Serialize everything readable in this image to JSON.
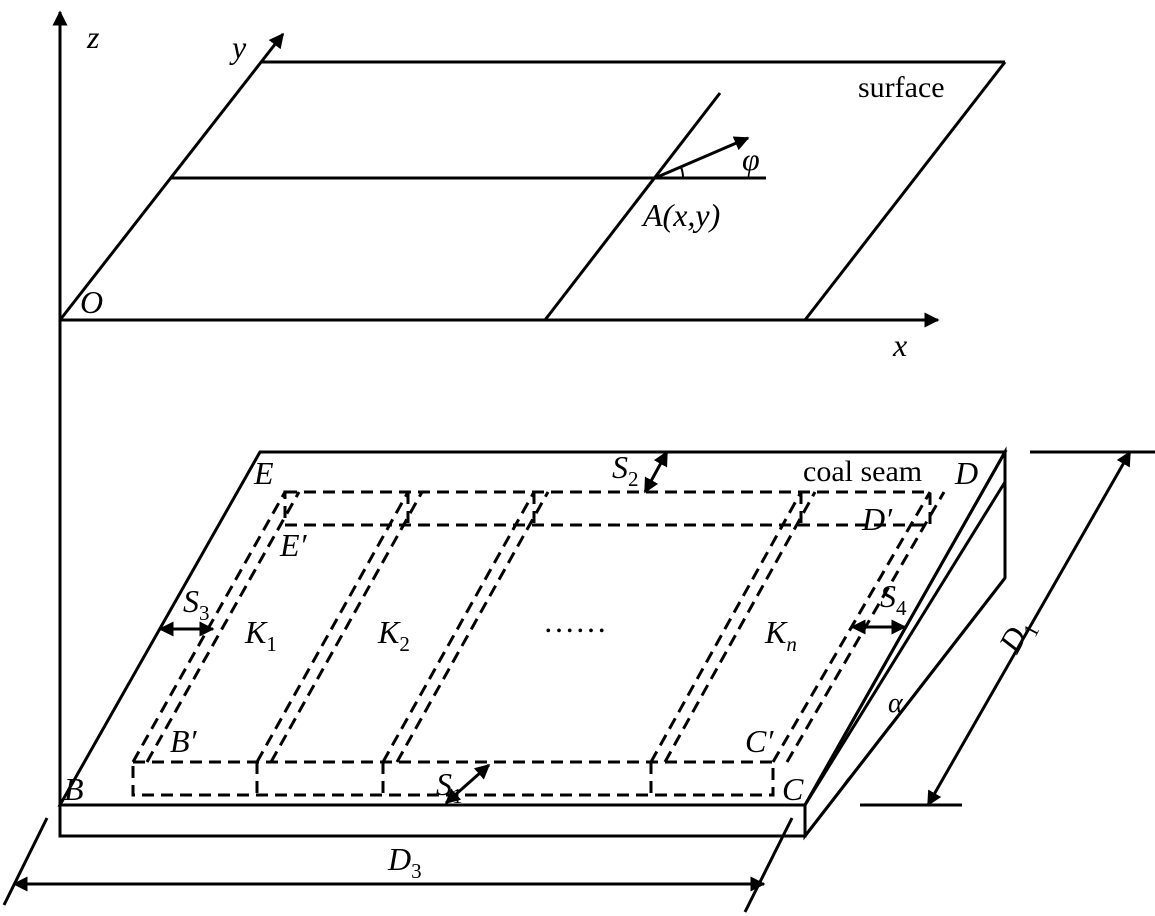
{
  "axes": {
    "z": "z",
    "y": "y",
    "x": "x",
    "origin": "O"
  },
  "surface": {
    "label": "surface",
    "point_label": "A(x,y)",
    "angle_label": "φ"
  },
  "seam": {
    "label": "coal seam",
    "corners": {
      "B": "B",
      "C": "C",
      "D": "D",
      "E": "E"
    },
    "inner_corners": {
      "B": "B′",
      "C": "C′",
      "D": "D′",
      "E": "E′"
    },
    "panels": [
      {
        "main": "K",
        "sub": "1"
      },
      {
        "main": "K",
        "sub": "2"
      },
      {
        "main": "K",
        "sub": "n"
      }
    ],
    "ellipsis": "……",
    "angle_label": "α"
  },
  "spacings": [
    {
      "main": "S",
      "sub": "1"
    },
    {
      "main": "S",
      "sub": "2"
    },
    {
      "main": "S",
      "sub": "3"
    },
    {
      "main": "S",
      "sub": "4"
    }
  ],
  "dimensions": [
    {
      "main": "D",
      "sub": "1"
    },
    {
      "main": "D",
      "sub": "3"
    }
  ]
}
